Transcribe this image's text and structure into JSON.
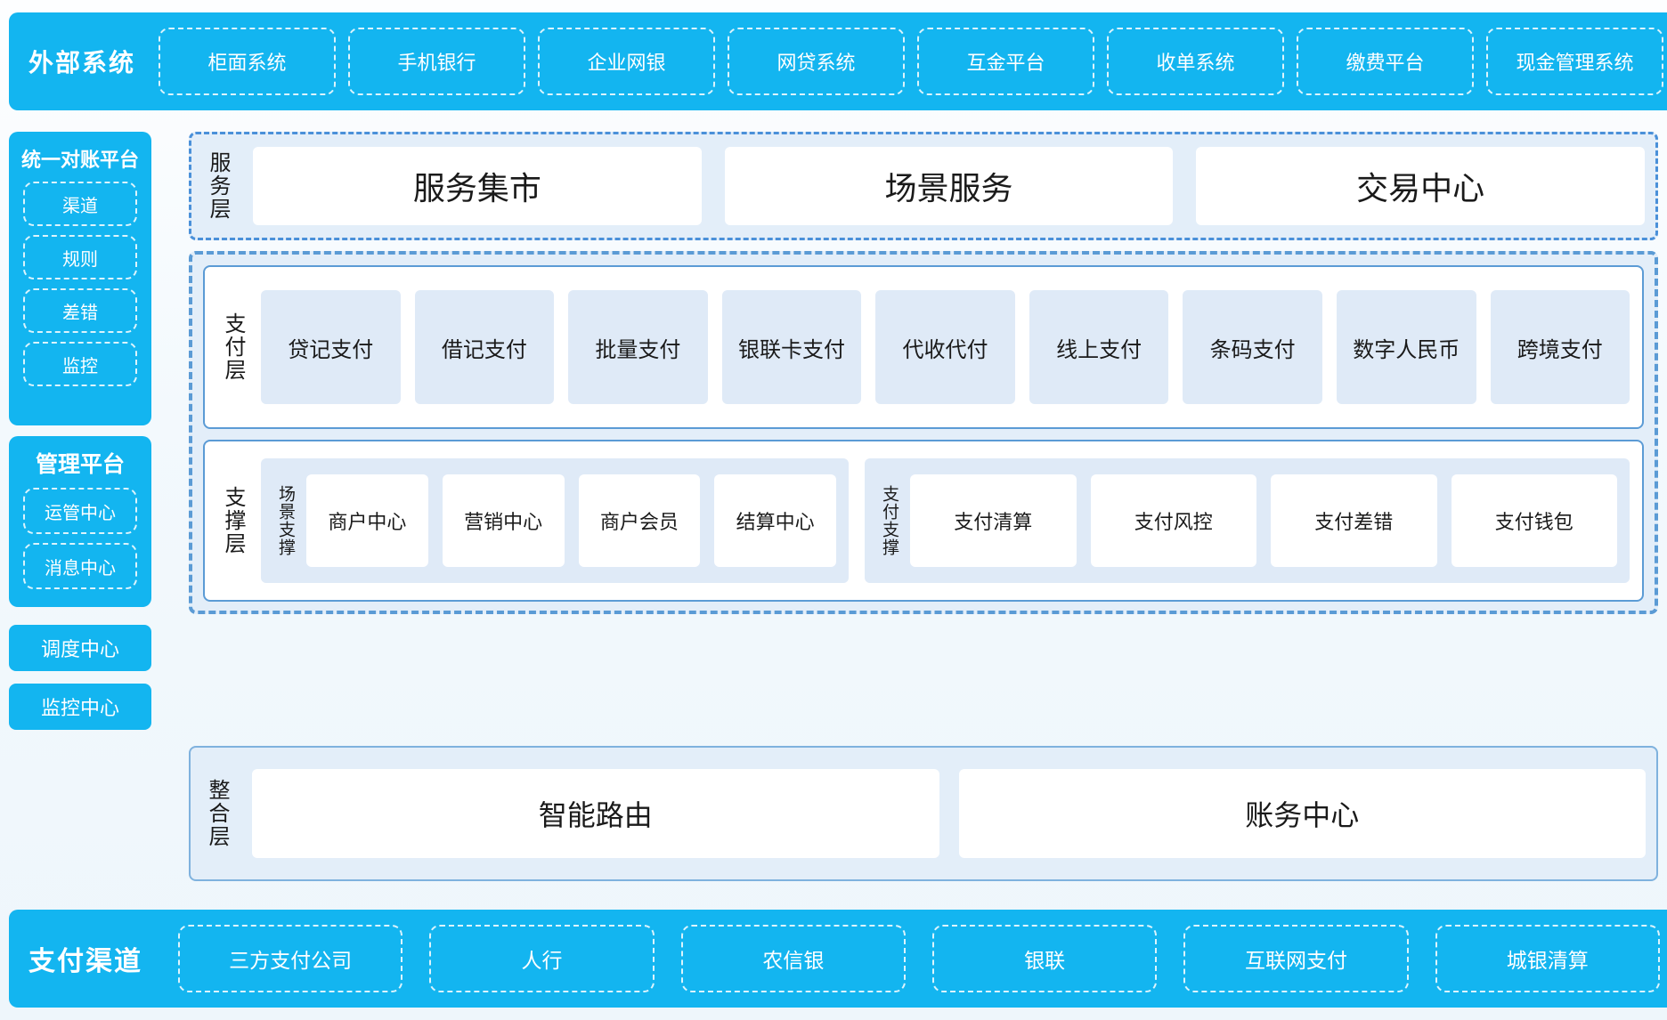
{
  "external": {
    "title": "外部系统",
    "items": [
      {
        "label": "柜面系统"
      },
      {
        "label": "手机银行"
      },
      {
        "label": "企业网银"
      },
      {
        "label": "网贷系统"
      },
      {
        "label": "互金平台"
      },
      {
        "label": "收单系统"
      },
      {
        "label": "缴费平台"
      },
      {
        "label": "现金管理系统"
      }
    ]
  },
  "sidebar": {
    "recon": {
      "title": "统一对账平台",
      "items": [
        {
          "label": "渠道"
        },
        {
          "label": "规则"
        },
        {
          "label": "差错"
        },
        {
          "label": "监控"
        }
      ]
    },
    "manage": {
      "title": "管理平台",
      "items": [
        {
          "label": "运管中心"
        },
        {
          "label": "消息中心"
        }
      ]
    },
    "standalone": [
      {
        "label": "调度中心"
      },
      {
        "label": "监控中心"
      }
    ]
  },
  "service_layer": {
    "label": "服务层",
    "cards": [
      {
        "label": "服务集市"
      },
      {
        "label": "场景服务"
      },
      {
        "label": "交易中心"
      }
    ]
  },
  "payment_layer": {
    "label": "支付层",
    "cards": [
      {
        "label": "贷记支付"
      },
      {
        "label": "借记支付"
      },
      {
        "label": "批量支付"
      },
      {
        "label": "银联卡支付"
      },
      {
        "label": "代收代付"
      },
      {
        "label": "线上支付"
      },
      {
        "label": "条码支付"
      },
      {
        "label": "数字人民币"
      },
      {
        "label": "跨境支付"
      }
    ]
  },
  "support_layer": {
    "label": "支撑层",
    "groups": [
      {
        "label": "场景支撑",
        "cards": [
          {
            "label": "商户中心"
          },
          {
            "label": "营销中心"
          },
          {
            "label": "商户会员"
          },
          {
            "label": "结算中心"
          }
        ]
      },
      {
        "label": "支付支撑",
        "cards": [
          {
            "label": "支付清算"
          },
          {
            "label": "支付风控"
          },
          {
            "label": "支付差错"
          },
          {
            "label": "支付钱包"
          }
        ]
      }
    ]
  },
  "integration_layer": {
    "label": "整合层",
    "cards": [
      {
        "label": "智能路由"
      },
      {
        "label": "账务中心"
      }
    ]
  },
  "channels": {
    "title": "支付渠道",
    "items": [
      {
        "label": "三方支付公司"
      },
      {
        "label": "人行"
      },
      {
        "label": "农信银"
      },
      {
        "label": "银联"
      },
      {
        "label": "互联网支付"
      },
      {
        "label": "城银清算"
      }
    ]
  },
  "colors": {
    "brand_cyan": "#13b5f0",
    "panel_blue_bg": "#e3eef9",
    "cell_blue": "#dfeaf7",
    "border_blue": "#5b9bd5"
  }
}
